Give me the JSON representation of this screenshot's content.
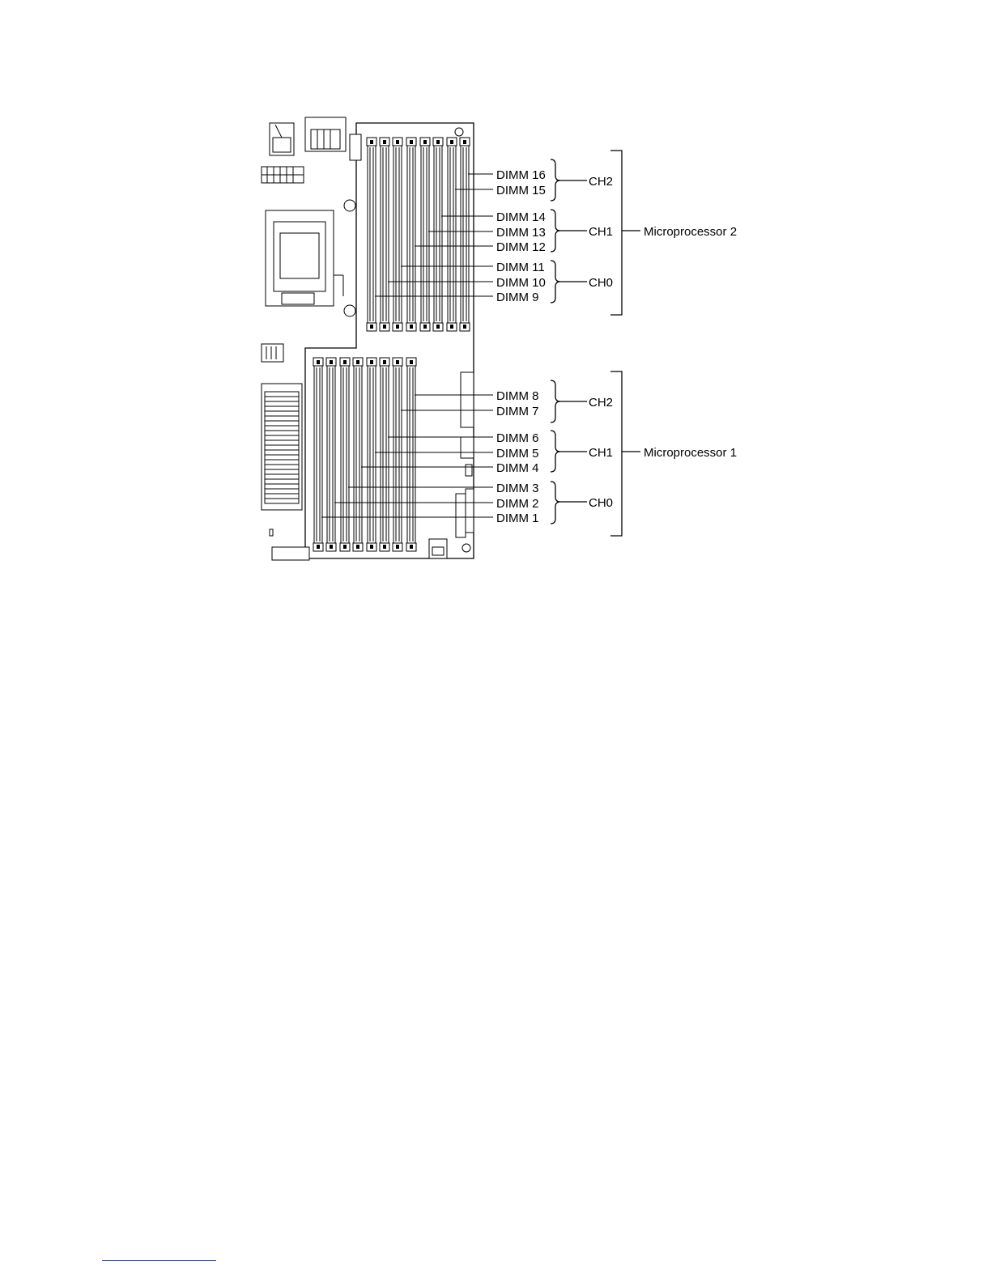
{
  "figure": {
    "dimm_labels": {
      "d16": "DIMM 16",
      "d15": "DIMM 15",
      "d14": "DIMM 14",
      "d13": "DIMM 13",
      "d12": "DIMM 12",
      "d11": "DIMM 11",
      "d10": "DIMM 10",
      "d9": "DIMM 9",
      "d8": "DIMM 8",
      "d7": "DIMM 7",
      "d6": "DIMM 6",
      "d5": "DIMM 5",
      "d4": "DIMM 4",
      "d3": "DIMM 3",
      "d2": "DIMM 2",
      "d1": "DIMM 1"
    },
    "channels": {
      "cpu2": {
        "ch2": "CH2",
        "ch1": "CH1",
        "ch0": "CH0"
      },
      "cpu1": {
        "ch2": "CH2",
        "ch1": "CH1",
        "ch0": "CH0"
      }
    },
    "processors": {
      "cpu2": "Microprocessor 2",
      "cpu1": "Microprocessor 1"
    }
  },
  "colors": {
    "line": "#000000",
    "footer_rule": "#2b55c5"
  }
}
